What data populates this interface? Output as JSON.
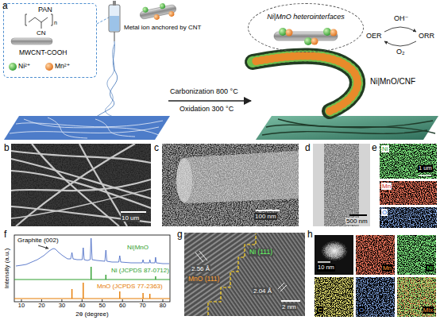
{
  "diagram": {
    "nodes": [
      {
        "text": [
          "a"
        ]
      },
      {
        "text": [
          "PAN",
          "CN",
          "n",
          "MWCNT-COOH",
          "Ni²⁺",
          "Mn²⁺"
        ],
        "in": 0
      },
      {
        "text": [
          "Ni|MnO heterointerfaces"
        ],
        "in": 0
      },
      {
        "text": [
          "b"
        ]
      },
      {
        "text": [
          "c"
        ]
      },
      {
        "text": [
          "d"
        ]
      },
      {
        "text": [
          "e"
        ]
      },
      {
        "text": [
          "Ni",
          "1 um"
        ],
        "in": 6
      },
      {
        "text": [
          "Mn"
        ],
        "in": 6
      },
      {
        "text": [
          "O"
        ],
        "in": 6
      },
      {
        "text": [
          "f"
        ]
      },
      {
        "text": [
          "g"
        ]
      },
      {
        "text": [
          "h"
        ]
      },
      {
        "text": [
          "10 nm"
        ],
        "in": 12
      },
      {
        "text": [
          "Mn"
        ],
        "in": 12
      },
      {
        "text": [
          "Ni"
        ],
        "in": 12
      },
      {
        "text": [
          "C"
        ],
        "in": 12
      },
      {
        "text": [
          "O"
        ],
        "in": 12
      },
      {
        "text": [
          "Mix"
        ],
        "in": 12
      }
    ],
    "labels": [
      "Metal ion anchored by CNT",
      "Carbonization 800 °C",
      "Oxidation 300 °C",
      "OH⁻",
      "OER",
      "ORR",
      "O₂",
      "Ni|MnO/CNF",
      "10 um",
      "100 nm",
      "500 nm",
      "Graphite (002)",
      "Ni|MnO",
      "Ni (JCPDS 87-0712)",
      "MnO (JCPDS 77-2363)",
      "Intensity (a.u.)",
      "10",
      "20",
      "30",
      "40",
      "50",
      "60",
      "70",
      "80",
      "2θ (degree)",
      "2.56 Å",
      "MnO (111)",
      "Ni (111)",
      "2.04 Å",
      "2 nm"
    ]
  }
}
